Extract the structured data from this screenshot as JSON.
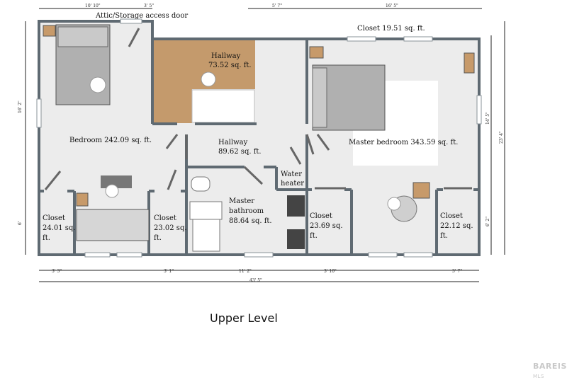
{
  "title": "Upper Level",
  "watermark": {
    "brand": "BAREIS",
    "sub": "MLS"
  },
  "colors": {
    "wall": "#5f6a72",
    "floor": "#ececec",
    "wood": "#c49a6c",
    "white": "#ffffff"
  },
  "dimensions": {
    "top_left": "10' 10\"",
    "top_mid": "3' 5\"",
    "top_right1": "5' 7\"",
    "top_right2": "16' 5\"",
    "left_upper": "16' 2\"",
    "left_lower": "6'",
    "right_upper": "14' 5\"",
    "right_total": "23' 4\"",
    "right_lower": "6' 2\"",
    "bottom1": "3' 3\"",
    "bottom2": "3' 1\"",
    "bottom3": "11' 2\"",
    "bottom4": "3' 10\"",
    "bottom5": "3' 7\"",
    "bottom_total": "43' 5\""
  },
  "rooms": {
    "attic_label": "Attic/Storage access door",
    "hallway1": [
      "Hallway",
      "73.52 sq. ft."
    ],
    "bedroom": [
      "Bedroom 242.09 sq. ft."
    ],
    "hallway2": [
      "Hallway",
      "89.62 sq. ft."
    ],
    "closet_top": [
      "Closet 19.51 sq. ft."
    ],
    "master_bedroom": [
      "Master bedroom 343.59 sq. ft."
    ],
    "water_heater": [
      "Water",
      "heater"
    ],
    "master_bath": [
      "Master",
      "bathroom",
      "88.64 sq. ft."
    ],
    "closet_a": [
      "Closet",
      "24.01 sq.",
      "ft."
    ],
    "closet_b": [
      "Closet",
      "23.02 sq.",
      "ft."
    ],
    "closet_c": [
      "Closet",
      "23.69 sq.",
      "ft."
    ],
    "closet_d": [
      "Closet",
      "22.12 sq.",
      "ft."
    ]
  }
}
